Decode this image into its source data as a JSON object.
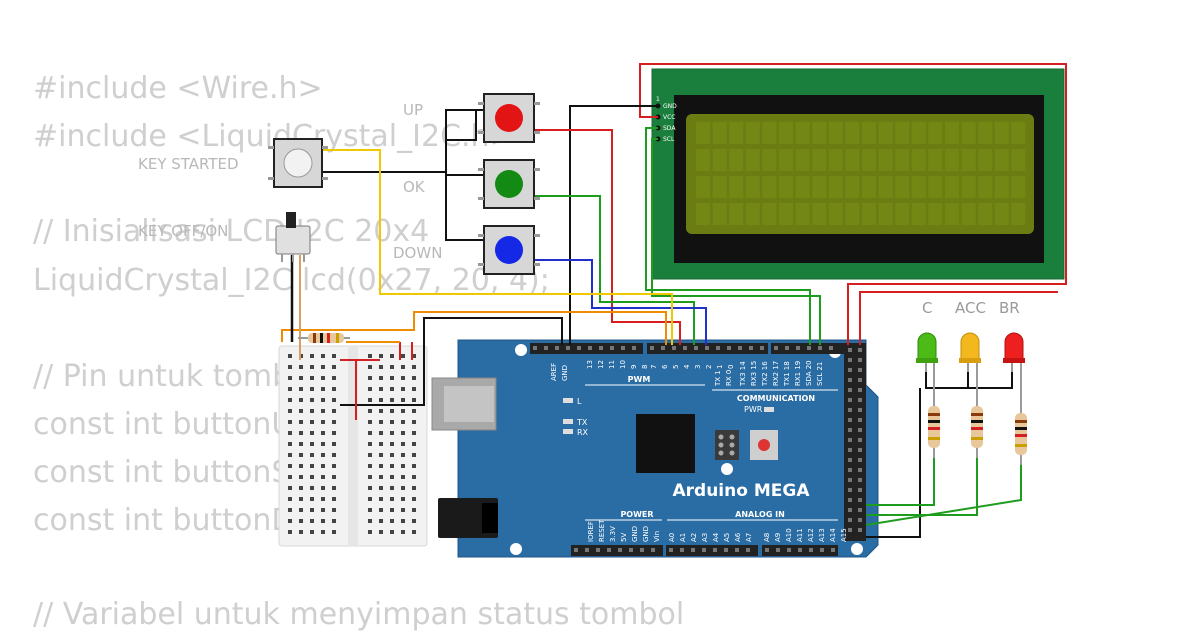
{
  "background_code": {
    "lines": [
      "#include <Wire.h>",
      "#include <LiquidCrystal_I2C.h>",
      "",
      "// Inisialisasi LCD I2C 20x4",
      "LiquidCrystal_I2C lcd(0x27, 20, 4);",
      "",
      "// Pin untuk tombol",
      "const int buttonUp",
      "const int buttonSelect",
      "const int buttonDown",
      "",
      "// Variabel untuk menyimpan status tombol"
    ]
  },
  "buttons": {
    "key_started": "KEY STARTED",
    "up": "UP",
    "ok": "OK",
    "down": "DOWN"
  },
  "switch": {
    "label": "KEY OFF/ON"
  },
  "leds": {
    "c": "C",
    "acc": "ACC",
    "br": "BR"
  },
  "lcd": {
    "pins": [
      "1",
      "GND",
      "VCC",
      "SDA",
      "SCL"
    ]
  },
  "arduino": {
    "name": "Arduino MEGA",
    "pwm": "PWM",
    "communication": "COMMUNICATION",
    "power": "POWER",
    "analog_in": "ANALOG IN",
    "pwr": "PWR",
    "led_l": "L",
    "led_tx": "TX",
    "led_rx": "RX",
    "top_pins_left": [
      "AREF",
      "GND",
      "13",
      "12",
      "11",
      "10",
      "9",
      "8"
    ],
    "top_pins_pwm": [
      "7",
      "6",
      "5",
      "4",
      "3",
      "2",
      "1",
      "0"
    ],
    "top_pins_comm": [
      "TX 1",
      "RX 0",
      "TX3 14",
      "RX3 15",
      "TX2 16",
      "RX2 17",
      "TX1 18",
      "RX1 19",
      "SDA 20",
      "SCL 21"
    ],
    "power_pins": [
      "IOREF",
      "RESET",
      "3.3V",
      "5V",
      "GND",
      "GND",
      "Vin"
    ],
    "analog_pins": [
      "A0",
      "A1",
      "A2",
      "A3",
      "A4",
      "A5",
      "A6",
      "A7",
      "A8",
      "A9",
      "A10",
      "A11",
      "A12",
      "A13",
      "A14",
      "A15"
    ]
  },
  "colors": {
    "board": "#2a6ca4",
    "lcd_pcb": "#1a7f3c",
    "lcd_screen": "#6b7d12",
    "wire_red": "#d42020",
    "wire_black": "#111111",
    "wire_green": "#1e9c1e",
    "wire_blue": "#2030c8",
    "wire_yellow": "#f0c800",
    "wire_orange": "#f08c00"
  }
}
